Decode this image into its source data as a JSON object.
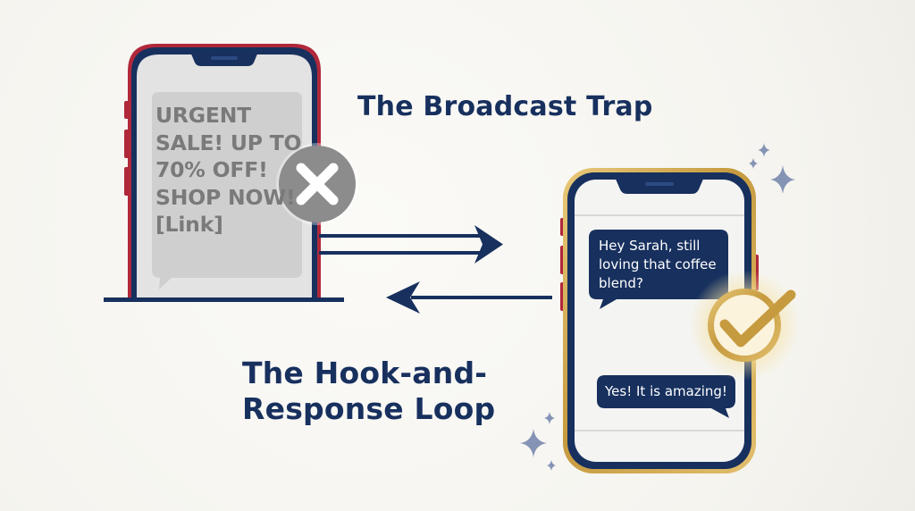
{
  "colors": {
    "navy": "#17305e",
    "gold": "#c9a24a",
    "phone_red": "#b0283a",
    "error_gray": "#8c8c8c",
    "background": "#f7f6f2"
  },
  "icons": {
    "left_phone_badge": "x-icon",
    "right_phone_badge": "checkmark-icon",
    "decorations": "sparkle-icon"
  },
  "labels": {
    "broadcast_trap": "The Broadcast Trap",
    "hook_and_response": "The Hook-and-Response Loop"
  },
  "left_phone": {
    "message": "URGENT SALE! UP TO 70% OFF! SHOP NOW! [Link]"
  },
  "right_phone": {
    "incoming_message": "Hey Sarah, still loving that coffee blend?",
    "reply_message": "Yes! It is amazing!"
  }
}
